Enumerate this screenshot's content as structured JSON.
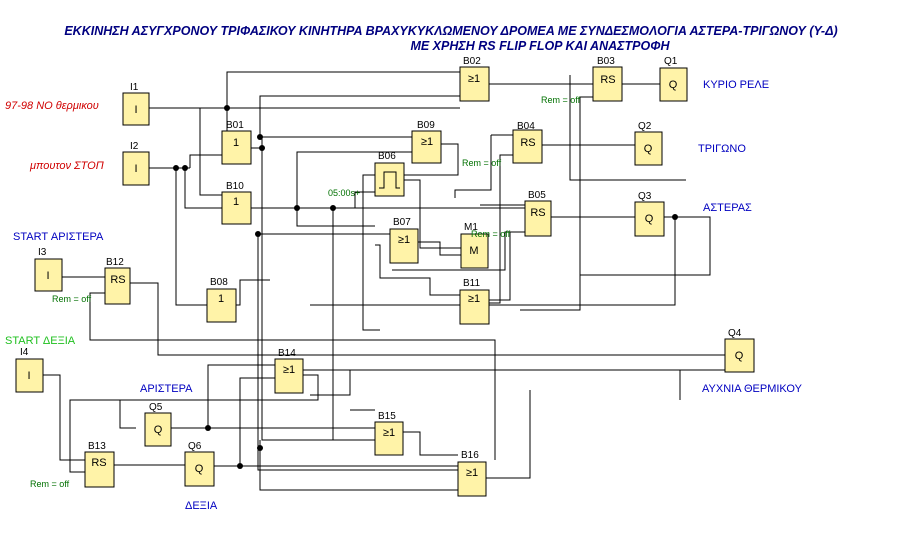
{
  "title": {
    "line1": "ΕΚΚΙΝΗΣΗ ΑΣΥΓΧΡΟΝΟΥ ΤΡΙΦΑΣΙΚΟΥ ΚΙΝΗΤΗΡΑ ΒΡΑΧΥΚΥΚΛΩΜΕΝΟΥ ΔΡΟΜΕΑ ΜΕ ΣΥΝΔΕΣΜΟΛΟΓΙΑ ΑΣΤΕΡΑ-ΤΡΙΓΩΝΟΥ (Y-Δ)",
    "line2": "ΜΕ ΧΡΗΣΗ RS FLIP FLOP ΚΑΙ ΑΝΑΣΤΡΟΦΗ"
  },
  "labels": {
    "thermal": "97-98 NO θερμικου",
    "stop": "μπουτον ΣΤΟΠ",
    "start_left": "START ΑΡΙΣΤΕΡΑ",
    "start_right": "START ΔΕΞΙΑ",
    "main_relay": "ΚΥΡΙΟ ΡΕΛΕ",
    "delta": "ΤΡΙΓΩΝΟ",
    "star": "ΑΣΤΕΡΑΣ",
    "thermal_lamp": "ΑΥΧΝΙΑ ΘΕΡΜΙΚΟΥ",
    "left": "ΑΡΙΣΤΕΡΑ",
    "right": "ΔΕΞΙΑ",
    "timer_value": "05:00s+",
    "rem_off": "Rem = off"
  },
  "blocks": {
    "I1": {
      "name": "I1",
      "symbol": "I"
    },
    "I2": {
      "name": "I2",
      "symbol": "I"
    },
    "I3": {
      "name": "I3",
      "symbol": "I"
    },
    "I4": {
      "name": "I4",
      "symbol": "I"
    },
    "B01": {
      "name": "B01",
      "symbol": "1"
    },
    "B02": {
      "name": "B02",
      "symbol": "≥1"
    },
    "B03": {
      "name": "B03",
      "symbol": "RS"
    },
    "B04": {
      "name": "B04",
      "symbol": "RS"
    },
    "B05": {
      "name": "B05",
      "symbol": "RS"
    },
    "B06": {
      "name": "B06",
      "symbol": ""
    },
    "B07": {
      "name": "B07",
      "symbol": "≥1"
    },
    "B08": {
      "name": "B08",
      "symbol": "1"
    },
    "B09": {
      "name": "B09",
      "symbol": "≥1"
    },
    "B10": {
      "name": "B10",
      "symbol": "1"
    },
    "B11": {
      "name": "B11",
      "symbol": "≥1"
    },
    "B12": {
      "name": "B12",
      "symbol": "RS"
    },
    "B13": {
      "name": "B13",
      "symbol": "RS"
    },
    "B14": {
      "name": "B14",
      "symbol": "≥1"
    },
    "B15": {
      "name": "B15",
      "symbol": "≥1"
    },
    "B16": {
      "name": "B16",
      "symbol": "≥1"
    },
    "M1": {
      "name": "M1",
      "symbol": "M"
    },
    "Q1": {
      "name": "Q1",
      "symbol": "Q"
    },
    "Q2": {
      "name": "Q2",
      "symbol": "Q"
    },
    "Q3": {
      "name": "Q3",
      "symbol": "Q"
    },
    "Q4": {
      "name": "Q4",
      "symbol": "Q"
    },
    "Q5": {
      "name": "Q5",
      "symbol": "Q"
    },
    "Q6": {
      "name": "Q6",
      "symbol": "Q"
    }
  },
  "colors": {
    "block_fill": "#fff3a8",
    "title": "#000080",
    "red_label": "#d00000",
    "blue_label": "#0000c0",
    "green_label": "#20c020",
    "rem_label": "#007000"
  }
}
